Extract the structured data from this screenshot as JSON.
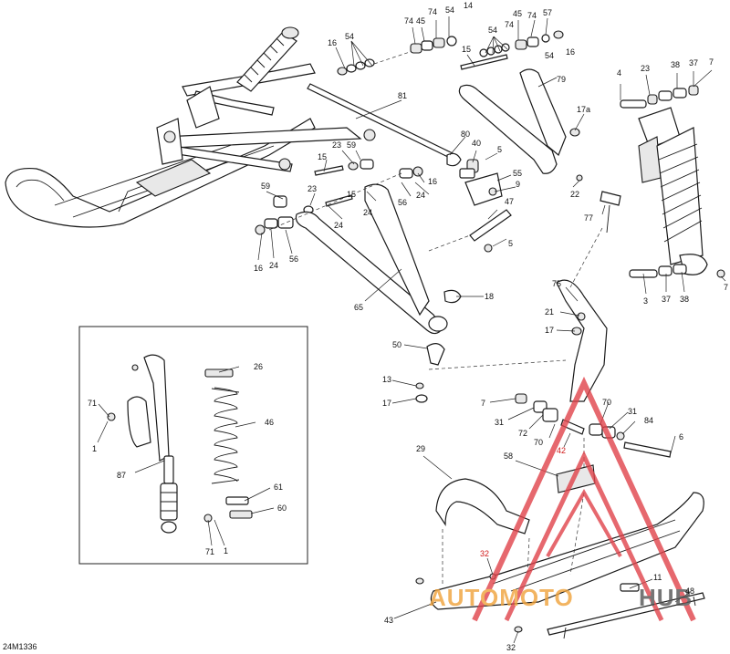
{
  "diagram": {
    "reference_code": "24M1336",
    "watermark": {
      "part1": "AUTOMOTO",
      "part2": "HUB",
      "color_red": "#e0434a",
      "color_orange": "#f0a23a",
      "color_gray": "#555555"
    },
    "callouts": [
      {
        "id": "c16a",
        "text": "16"
      },
      {
        "id": "c54a",
        "text": "54"
      },
      {
        "id": "c74a",
        "text": "74"
      },
      {
        "id": "c45a",
        "text": "45"
      },
      {
        "id": "c74b",
        "text": "74"
      },
      {
        "id": "c54b",
        "text": "54"
      },
      {
        "id": "c14",
        "text": "14"
      },
      {
        "id": "c15a",
        "text": "15"
      },
      {
        "id": "c54c",
        "text": "54"
      },
      {
        "id": "c45b",
        "text": "45"
      },
      {
        "id": "c74c",
        "text": "74"
      },
      {
        "id": "c74d",
        "text": "74"
      },
      {
        "id": "c57",
        "text": "57"
      },
      {
        "id": "c54d",
        "text": "54"
      },
      {
        "id": "c16b",
        "text": "16"
      },
      {
        "id": "c79",
        "text": "79"
      },
      {
        "id": "c4",
        "text": "4"
      },
      {
        "id": "c23a",
        "text": "23"
      },
      {
        "id": "c38a",
        "text": "38"
      },
      {
        "id": "c37a",
        "text": "37"
      },
      {
        "id": "c7a",
        "text": "7"
      },
      {
        "id": "c17a",
        "text": "17a"
      },
      {
        "id": "c81",
        "text": "81"
      },
      {
        "id": "c80",
        "text": "80"
      },
      {
        "id": "c40",
        "text": "40"
      },
      {
        "id": "c5a",
        "text": "5"
      },
      {
        "id": "c23b",
        "text": "23"
      },
      {
        "id": "c59a",
        "text": "59"
      },
      {
        "id": "c15b",
        "text": "15"
      },
      {
        "id": "c55",
        "text": "55"
      },
      {
        "id": "c9",
        "text": "9"
      },
      {
        "id": "c16c",
        "text": "16"
      },
      {
        "id": "c24a",
        "text": "24"
      },
      {
        "id": "c22",
        "text": "22"
      },
      {
        "id": "c59b",
        "text": "59"
      },
      {
        "id": "c23c",
        "text": "23"
      },
      {
        "id": "c15c",
        "text": "15"
      },
      {
        "id": "c56a",
        "text": "56"
      },
      {
        "id": "c24b",
        "text": "24"
      },
      {
        "id": "c47",
        "text": "47"
      },
      {
        "id": "c77",
        "text": "77"
      },
      {
        "id": "c24c",
        "text": "24"
      },
      {
        "id": "c16d",
        "text": "16"
      },
      {
        "id": "c24d",
        "text": "24"
      },
      {
        "id": "c56b",
        "text": "56"
      },
      {
        "id": "c5b",
        "text": "5"
      },
      {
        "id": "c3",
        "text": "3"
      },
      {
        "id": "c37b",
        "text": "37"
      },
      {
        "id": "c38b",
        "text": "38"
      },
      {
        "id": "c7b",
        "text": "7"
      },
      {
        "id": "c75",
        "text": "75"
      },
      {
        "id": "c18",
        "text": "18"
      },
      {
        "id": "c65",
        "text": "65"
      },
      {
        "id": "c21",
        "text": "21"
      },
      {
        "id": "c17b",
        "text": "17"
      },
      {
        "id": "c50",
        "text": "50"
      },
      {
        "id": "c13",
        "text": "13"
      },
      {
        "id": "c17c",
        "text": "17"
      },
      {
        "id": "c26",
        "text": "26"
      },
      {
        "id": "c71a",
        "text": "71"
      },
      {
        "id": "c46",
        "text": "46"
      },
      {
        "id": "c1a",
        "text": "1"
      },
      {
        "id": "c87",
        "text": "87"
      },
      {
        "id": "c7c",
        "text": "7"
      },
      {
        "id": "c70a",
        "text": "70"
      },
      {
        "id": "c31a",
        "text": "31"
      },
      {
        "id": "c72",
        "text": "72"
      },
      {
        "id": "c31b",
        "text": "31"
      },
      {
        "id": "c84",
        "text": "84"
      },
      {
        "id": "c70b",
        "text": "70"
      },
      {
        "id": "c6",
        "text": "6"
      },
      {
        "id": "c42",
        "text": "42"
      },
      {
        "id": "c29",
        "text": "29"
      },
      {
        "id": "c58",
        "text": "58"
      },
      {
        "id": "c61",
        "text": "61"
      },
      {
        "id": "c60",
        "text": "60"
      },
      {
        "id": "c71b",
        "text": "71"
      },
      {
        "id": "c1b",
        "text": "1"
      },
      {
        "id": "c32a",
        "text": "32"
      },
      {
        "id": "c11",
        "text": "11"
      },
      {
        "id": "c48",
        "text": "48"
      },
      {
        "id": "c43",
        "text": "43"
      },
      {
        "id": "c32b",
        "text": "32"
      }
    ]
  }
}
